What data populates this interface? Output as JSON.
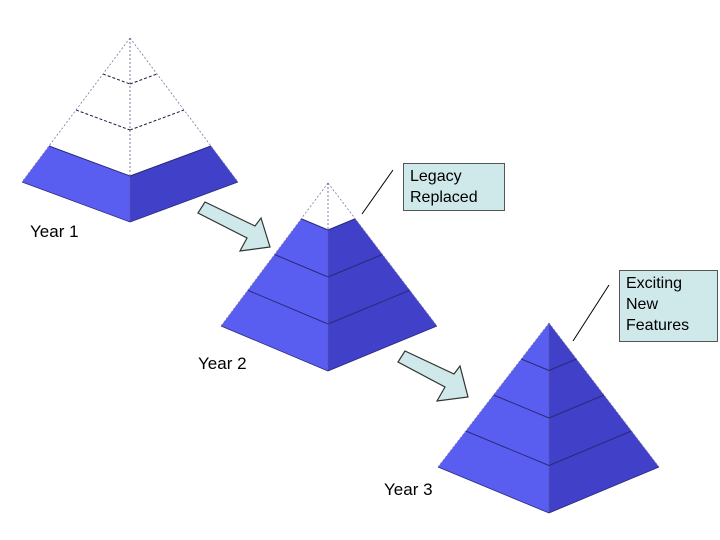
{
  "diagram": {
    "colors": {
      "left_face": "#5a5ef0",
      "right_face": "#4040c8",
      "white_face": "#ffffff",
      "edge": "#2a2a7a",
      "dash": "#1a1a40",
      "arrow_fill": "#cfe8ea",
      "callout_bg": "#cfe8ea"
    },
    "pyramids": [
      {
        "label": "Year 1",
        "white_layers": 3,
        "blue_layers": 1
      },
      {
        "label": "Year 2",
        "white_layers": 1,
        "blue_layers": 3
      },
      {
        "label": "Year 3",
        "white_layers": 0,
        "blue_layers": 4
      }
    ],
    "callouts": [
      {
        "lines": [
          "Legacy",
          "Replaced"
        ]
      },
      {
        "lines": [
          "Exciting",
          "New",
          "Features"
        ]
      }
    ]
  }
}
